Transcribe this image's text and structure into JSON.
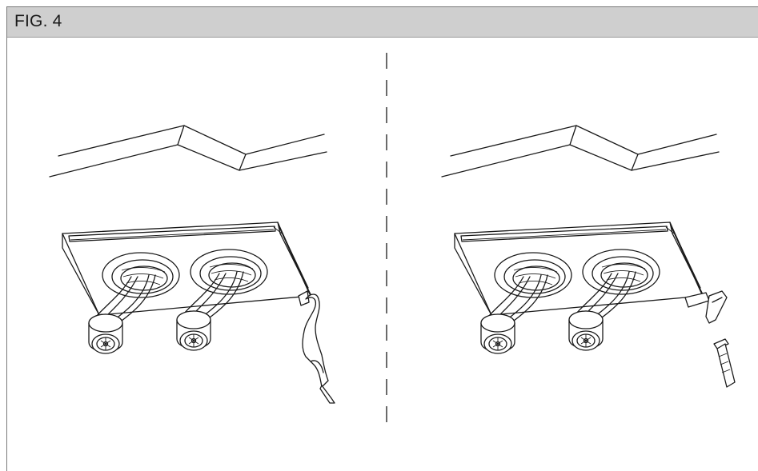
{
  "figure": {
    "title": "FIG. 4"
  },
  "panels": [
    {
      "id": "left",
      "tool": "screwdriver-icon"
    },
    {
      "id": "right",
      "tool": "bracket-screw-icon"
    }
  ],
  "colors": {
    "header_bg": "#cfcfcf",
    "line": "#1a1a1a"
  }
}
